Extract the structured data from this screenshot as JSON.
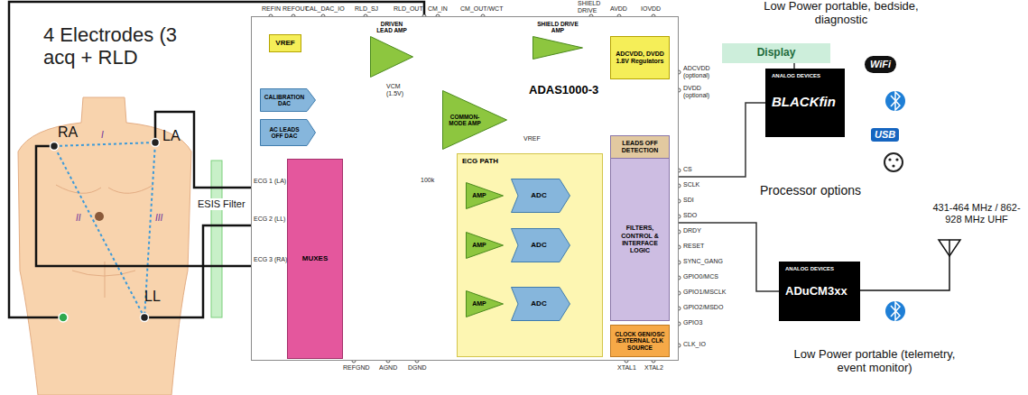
{
  "diagram": {
    "nodes": [
      {
        "text": [
          "ADAS1000-3"
        ]
      },
      {
        "text": [
          "VREF"
        ],
        "in": 0
      },
      {
        "text": [
          "CALIBRATION DAC"
        ],
        "in": 0
      },
      {
        "text": [
          "AC LEADS OFF DAC"
        ],
        "in": 0
      },
      {
        "text": [
          "DRIVEN LEAD AMP"
        ],
        "in": 0
      },
      {
        "text": [
          "SHIELD DRIVE AMP"
        ],
        "in": 0
      },
      {
        "text": [
          "ADCVDD, DVDD 1.8V Regulators"
        ],
        "in": 0
      },
      {
        "text": [
          "MUXES"
        ],
        "in": 0
      },
      {
        "text": [
          "COMMON-MODE AMP"
        ],
        "in": 0
      },
      {
        "text": [
          "ECG PATH"
        ],
        "in": 0
      },
      {
        "text": [
          "AMP"
        ],
        "in": 9
      },
      {
        "text": [
          "ADC"
        ],
        "in": 9
      },
      {
        "text": [
          "AMP"
        ],
        "in": 9
      },
      {
        "text": [
          "ADC"
        ],
        "in": 9
      },
      {
        "text": [
          "AMP"
        ],
        "in": 9
      },
      {
        "text": [
          "ADC"
        ],
        "in": 9
      },
      {
        "text": [
          "LEADS OFF DETECTION",
          "FILTERS, CONTROL & INTERFACE LOGIC"
        ],
        "in": 0
      },
      {
        "text": [
          "CLOCK GEN/OSC /EXTERNAL CLK SOURCE"
        ],
        "in": 0
      },
      {
        "text": [
          "Display"
        ]
      },
      {
        "text": [
          "ANALOG DEVICES",
          "BLACKfin"
        ]
      },
      {
        "text": [
          "ANALOG DEVICES",
          "ADuCM3xx"
        ]
      }
    ],
    "edges": [
      {
        "from": 7,
        "to": 10,
        "arrow": "none"
      },
      {
        "from": 7,
        "to": 12,
        "arrow": "none"
      },
      {
        "from": 7,
        "to": 14,
        "arrow": "none"
      },
      {
        "from": 11,
        "to": 16,
        "arrow": "none"
      },
      {
        "from": 13,
        "to": 16,
        "arrow": "none"
      },
      {
        "from": 15,
        "to": 16,
        "arrow": "none"
      },
      {
        "from": 0,
        "to": 19,
        "arrow": "none"
      },
      {
        "from": 0,
        "to": 20,
        "arrow": "none"
      },
      {
        "from": 19,
        "to": 18,
        "arrow": "none"
      }
    ],
    "labels": [
      "4 Electrodes (3 acq + RLD",
      "RA",
      "LA",
      "LL",
      "I",
      "II",
      "III",
      "ESIS Filter",
      "REFIN",
      "REFOUT",
      "CAL_DAC_IO",
      "RLD_SJ",
      "RLD_OUT",
      "CM_IN",
      "CM_OUT/WCT",
      "SHIELD DRIVE",
      "AVDD",
      "IOVDD",
      "ECG 1 (LA)",
      "ECG 2 (LL)",
      "ECG 3 (RA)",
      "VCM (1.5V)",
      "100k",
      "VREF",
      "ADCVDD (optional)",
      "DVDD (optional)",
      "CS",
      "SCLK",
      "SDI",
      "SDO",
      "DRDY",
      "RESET",
      "SYNC_GANG",
      "GPIO0/MCS",
      "GPIO1/MSCLK",
      "GPIO2/MSDO",
      "GPIO3",
      "CLK_IO",
      "REFGND",
      "AGND",
      "DGND",
      "XTAL1",
      "XTAL2",
      "Low Power portable, bedside, diagnostic",
      "WiFi",
      "USB",
      "Processor options",
      "431-464 MHz / 862-928 MHz UHF",
      "Low Power portable (telemetry, event monitor)"
    ]
  }
}
